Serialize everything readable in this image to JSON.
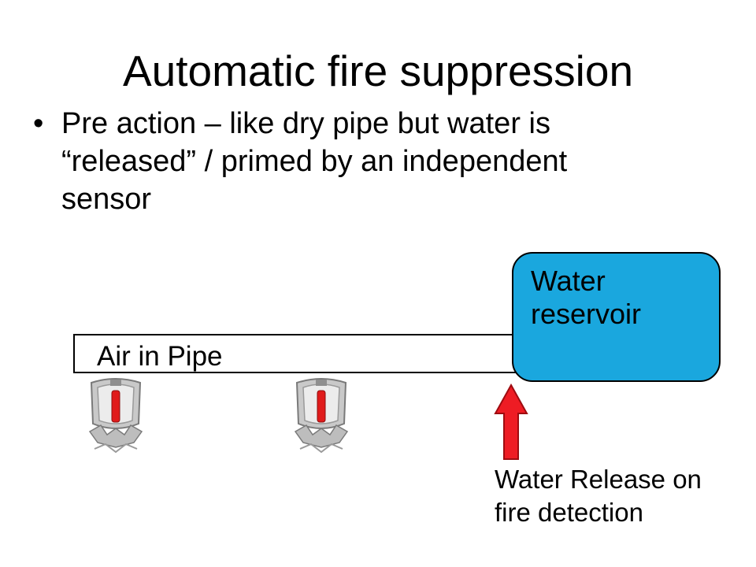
{
  "slide": {
    "title": "Automatic fire suppression",
    "bullet": "Pre action – like dry pipe but water is “released” / primed by an independent sensor"
  },
  "diagram": {
    "pipe_label": "Air in Pipe",
    "reservoir_label": "Water reservoir",
    "release_label": "Water Release on fire detection",
    "colors": {
      "reservoir": "#1aa7de",
      "arrow": "#ee1c24",
      "sprinkler_bulb": "#e01b1b",
      "sprinkler_metal": "#b8b8b8"
    },
    "icons": [
      "sprinkler-head-icon",
      "sprinkler-head-icon",
      "up-arrow-icon"
    ]
  }
}
